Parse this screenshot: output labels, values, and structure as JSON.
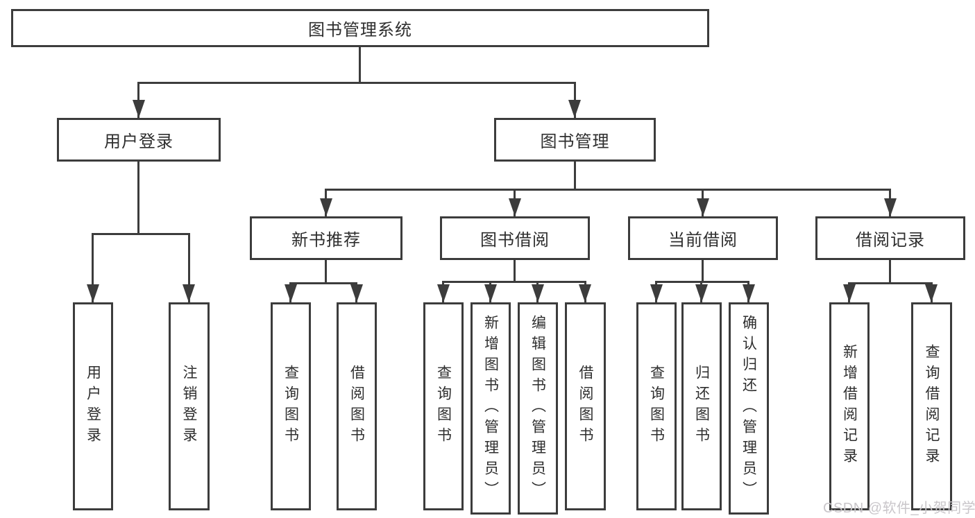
{
  "diagram": {
    "root": {
      "label": "图书管理系统"
    },
    "branches": [
      {
        "label": "用户登录",
        "children": [
          {
            "label": "用户登录"
          },
          {
            "label": "注销登录"
          }
        ]
      },
      {
        "label": "图书管理",
        "children": [
          {
            "label": "新书推荐",
            "children": [
              {
                "label": "查询图书"
              },
              {
                "label": "借阅图书"
              }
            ]
          },
          {
            "label": "图书借阅",
            "children": [
              {
                "label": "查询图书"
              },
              {
                "label": "新增图书（管理员）"
              },
              {
                "label": "编辑图书（管理员）"
              },
              {
                "label": "借阅图书"
              }
            ]
          },
          {
            "label": "当前借阅",
            "children": [
              {
                "label": "查询图书"
              },
              {
                "label": "归还图书"
              },
              {
                "label": "确认归还（管理员）"
              }
            ]
          },
          {
            "label": "借阅记录",
            "children": [
              {
                "label": "新增借阅记录"
              },
              {
                "label": "查询借阅记录"
              }
            ]
          }
        ]
      }
    ],
    "watermark": "CSDN @软件_小贺同学",
    "colors": {
      "line": "#3c3c3c",
      "text": "#2e2e2e",
      "watermark": "#c9c6ca",
      "background": "#ffffff"
    }
  }
}
